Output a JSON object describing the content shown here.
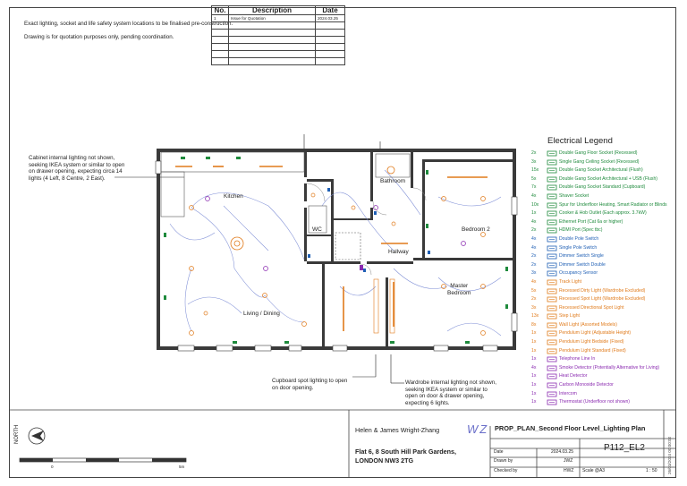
{
  "notes": {
    "top1": "Exact lighting, socket and life safety system locations to be finalised pre-construction.",
    "top2": "Drawing is for quotation purposes only, pending coordination.",
    "cabinet": [
      "Cabinet internal lighting not shown,",
      "seeking IKEA system or similar to open",
      "on drawer opening, expecting circa 14",
      "lights (4 Left, 8 Centre, 2 East)."
    ],
    "cupboard": [
      "Cupboard spot lighting to open",
      "on door opening."
    ],
    "wardrobe": [
      "Wardrobe internal lighting not shown,",
      "seeking IKEA system or similar to",
      "open on door & drawer opening,",
      "expecting 6 lights."
    ]
  },
  "rooms": {
    "kitchen": "Kitchen",
    "bathroom": "Bathroom",
    "wc": "WC",
    "bedroom2": "Bedroom 2",
    "hallway": "Hallway",
    "master": [
      "Master",
      "Bedroom"
    ],
    "living": "Living / Dining"
  },
  "legend": {
    "title": "Electrical Legend",
    "items": [
      {
        "qty": "2x",
        "label": "Double Gang Floor Socket (Recessed)",
        "color": "#1e8a3c",
        "icon": "floor-socket-icon"
      },
      {
        "qty": "3x",
        "label": "Single Gang Ceiling Socket (Recessed)",
        "color": "#1e8a3c",
        "icon": "ceiling-socket-icon"
      },
      {
        "qty": "15x",
        "label": "Double Gang Socket Architectural (Flush)",
        "color": "#1e8a3c",
        "icon": "socket-icon"
      },
      {
        "qty": "5x",
        "label": "Double Gang Socket Architectural + USB (Flush)",
        "color": "#1e8a3c",
        "icon": "usb-socket-icon"
      },
      {
        "qty": "7x",
        "label": "Double Gang Socket Standard (Cupboard)",
        "color": "#1e8a3c",
        "icon": "socket-icon"
      },
      {
        "qty": "4x",
        "label": "Shaver Socket",
        "color": "#1e8a3c",
        "icon": "shaver-socket-icon"
      },
      {
        "qty": "10x",
        "label": "Spur for Underfloor Heating, Smart Radiator or Blinds",
        "color": "#1e8a3c",
        "icon": "spur-icon"
      },
      {
        "qty": "1x",
        "label": "Cooker & Hob Outlet (Each approx. 3.7kW)",
        "color": "#1e8a3c",
        "icon": "cooker-outlet-icon"
      },
      {
        "qty": "4x",
        "label": "Ethernet Port (Cat 6a or higher)",
        "color": "#1e8a3c",
        "icon": "ethernet-port-icon"
      },
      {
        "qty": "2x",
        "label": "HDMI Port (Spec tbc)",
        "color": "#1e8a3c",
        "icon": "hdmi-port-icon"
      },
      {
        "qty": "4x",
        "label": "Double Pole Switch",
        "color": "#1f5fb4",
        "icon": "switch-icon"
      },
      {
        "qty": "4x",
        "label": "Single Pole Switch",
        "color": "#1f5fb4",
        "icon": "switch-icon"
      },
      {
        "qty": "2x",
        "label": "Dimmer Switch Single",
        "color": "#1f5fb4",
        "icon": "dimmer-icon"
      },
      {
        "qty": "2x",
        "label": "Dimmer Switch Double",
        "color": "#1f5fb4",
        "icon": "dimmer-icon"
      },
      {
        "qty": "3x",
        "label": "Occupancy Sensor",
        "color": "#1f5fb4",
        "icon": "sensor-icon"
      },
      {
        "qty": "4x",
        "label": "Track Light",
        "color": "#e07a1a",
        "icon": "track-light-icon"
      },
      {
        "qty": "5x",
        "label": "Recessed Dirty Light (Wardrobe Excluded)",
        "color": "#e07a1a",
        "icon": "recessed-light-icon"
      },
      {
        "qty": "2x",
        "label": "Recessed Spot Light (Wardrobe Excluded)",
        "color": "#e07a1a",
        "icon": "spot-light-icon"
      },
      {
        "qty": "3x",
        "label": "Recessed Directional Spot Light",
        "color": "#e07a1a",
        "icon": "directional-light-icon"
      },
      {
        "qty": "13x",
        "label": "Step Light",
        "color": "#e07a1a",
        "icon": "step-light-icon"
      },
      {
        "qty": "8x",
        "label": "Wall Light (Assorted Models)",
        "color": "#e07a1a",
        "icon": "wall-light-icon"
      },
      {
        "qty": "1x",
        "label": "Pendulum Light (Adjustable Height)",
        "color": "#e07a1a",
        "icon": "pendulum-light-icon"
      },
      {
        "qty": "1x",
        "label": "Pendulum Light Bedside (Fixed)",
        "color": "#e07a1a",
        "icon": "pendulum-light-icon"
      },
      {
        "qty": "1x",
        "label": "Pendulum Light Standard (Fixed)",
        "color": "#e07a1a",
        "icon": "pendulum-light-icon"
      },
      {
        "qty": "1x",
        "label": "Telephone Line In",
        "color": "#8a2ab0",
        "icon": "telephone-icon"
      },
      {
        "qty": "4x",
        "label": "Smoke Detector (Potentially Alternative for Living)",
        "color": "#8a2ab0",
        "icon": "smoke-detector-icon"
      },
      {
        "qty": "1x",
        "label": "Heat Detector",
        "color": "#8a2ab0",
        "icon": "heat-detector-icon"
      },
      {
        "qty": "1x",
        "label": "Carbon Monoxide Detector",
        "color": "#8a2ab0",
        "icon": "co-detector-icon"
      },
      {
        "qty": "1x",
        "label": "Intercom",
        "color": "#8a2ab0",
        "icon": "intercom-icon"
      },
      {
        "qty": "1x",
        "label": "Thermostat (Underfloor not shown)",
        "color": "#8a2ab0",
        "icon": "thermostat-icon"
      }
    ]
  },
  "title_block": {
    "north_label": "NORTH",
    "scale_start": "0",
    "scale_end": "5m",
    "rev_headers": {
      "no": "No.",
      "desc": "Description",
      "date": "Date"
    },
    "revision": {
      "no": "1",
      "desc": "Issue for Quotation",
      "date": "2024.03.25"
    },
    "client": "Helen & James Wright-Zhang",
    "logo": "WZ",
    "address": [
      "Flat 6, 8 South Hill Park Gardens,",
      "LONDON NW3 2TG"
    ],
    "drawing_title": "PROP_PLAN_Second Floor Level_Lighting Plan",
    "date_label": "Date",
    "date_value": "2024.03.25",
    "drawn_label": "Drawn by",
    "drawn_value": "JWZ",
    "checked_label": "Checked by",
    "checked_value": "HWZ",
    "scale_label": "Scale @A3",
    "scale_value": "1 : 50",
    "drawing_no": "P112_EL2",
    "print_stamp": "26/03/2024 00:00:02"
  }
}
